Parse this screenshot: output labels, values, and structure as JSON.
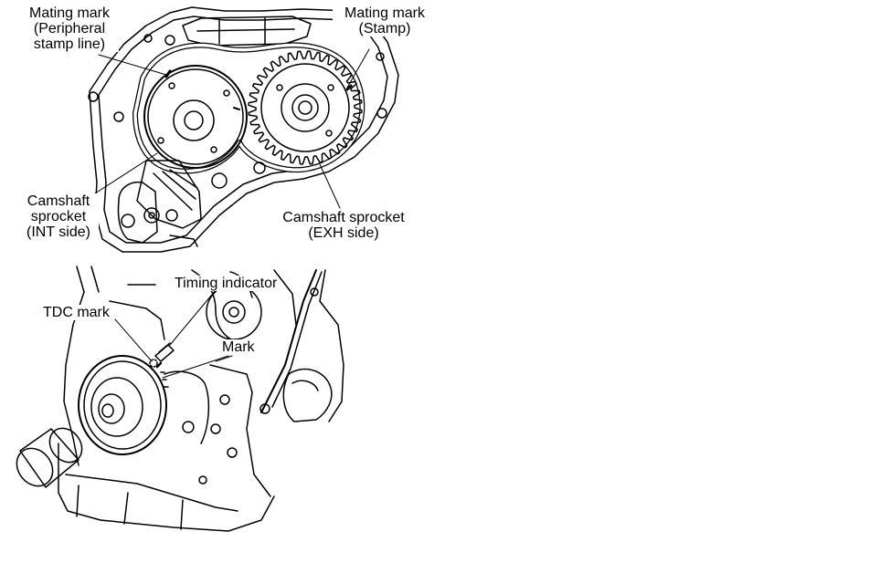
{
  "top_figure": {
    "mating_mark_int": [
      "Mating mark",
      "(Peripheral",
      "stamp line)"
    ],
    "mating_mark_exh": [
      "Mating mark",
      "(Stamp)"
    ],
    "sprocket_int": [
      "Camshaft",
      "sprocket",
      "(INT side)"
    ],
    "sprocket_exh": [
      "Camshaft sprocket",
      "(EXH side)"
    ]
  },
  "bottom_figure": {
    "timing_indicator": "Timing indicator",
    "tdc_mark": "TDC mark",
    "mark": "Mark"
  },
  "colors": {
    "line": "#000000",
    "background": "#ffffff"
  }
}
